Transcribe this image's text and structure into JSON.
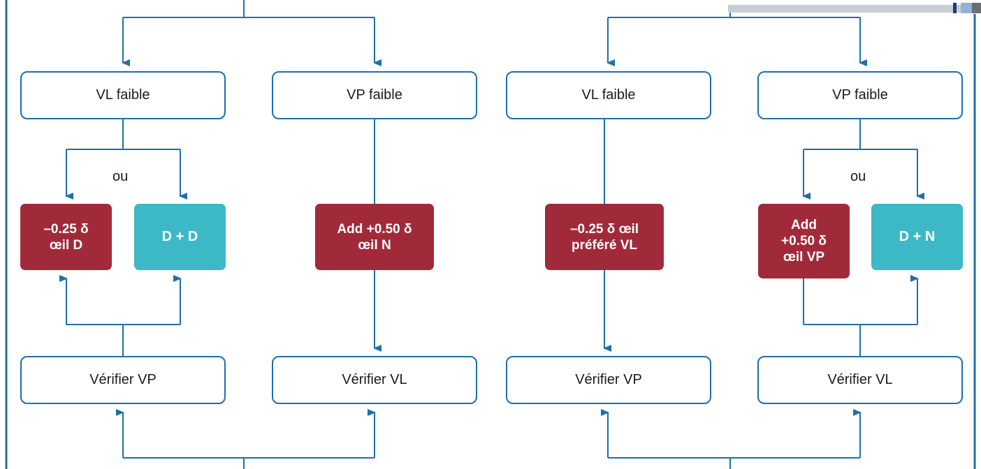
{
  "colors": {
    "line": "#1f6fa8",
    "red": "#a12a3a",
    "teal": "#3db8c6",
    "border": "#1f6fa8"
  },
  "left": {
    "vl": "VL faible",
    "vp": "VP faible",
    "or": "ou",
    "red1": "–0.25 δ\nœil D",
    "teal1": "D + D",
    "red2": "Add +0.50 δ\nœil N",
    "check_vp": "Vérifier VP",
    "check_vl": "Vérifier VL"
  },
  "right": {
    "vl": "VL faible",
    "vp": "VP faible",
    "or": "ou",
    "red1": "–0.25 δ œil\npréféré VL",
    "red2": "Add\n+0.50 δ\nœil VP",
    "teal1": "D + N",
    "check_vp": "Vérifier VP",
    "check_vl": "Vérifier VL"
  }
}
